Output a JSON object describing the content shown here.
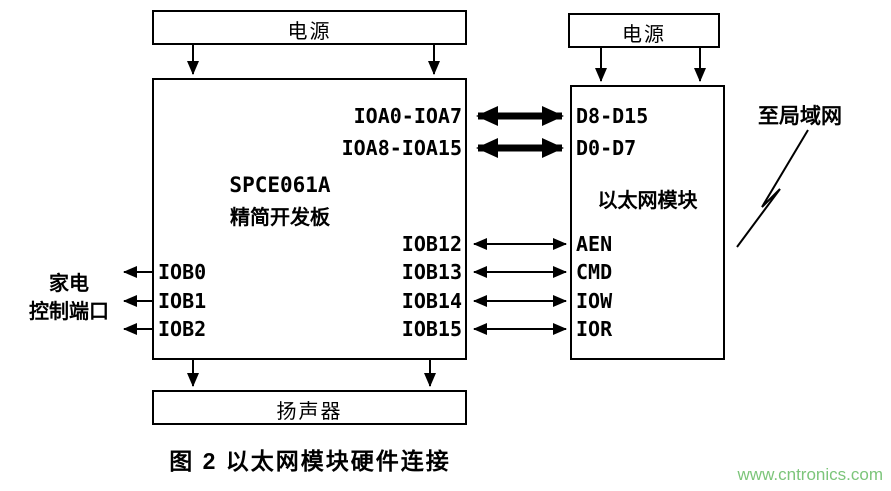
{
  "colors": {
    "line": "#000000",
    "watermark": "#7cc57a"
  },
  "boxes": {
    "power_left": "电源",
    "power_right": "电源",
    "chip_title": "SPCE061A",
    "chip_subtitle": "精简开发板",
    "ethernet_title": "以太网模块",
    "speaker": "扬声器"
  },
  "pins": {
    "chip_bus": [
      "IOA0-IOA7",
      "IOA8-IOA15"
    ],
    "eth_bus": [
      "D8-D15",
      "D0-D7"
    ],
    "chip_ctrl": [
      "IOB12",
      "IOB13",
      "IOB14",
      "IOB15"
    ],
    "eth_ctrl": [
      "AEN",
      "CMD",
      "IOW",
      "IOR"
    ],
    "chip_left": [
      "IOB0",
      "IOB1",
      "IOB2"
    ]
  },
  "annotations": {
    "lan": "至局域网",
    "appliance_line1": "家电",
    "appliance_line2": "控制端口",
    "caption": "图 2  以太网模块硬件连接",
    "watermark": "www.cntronics.com"
  }
}
